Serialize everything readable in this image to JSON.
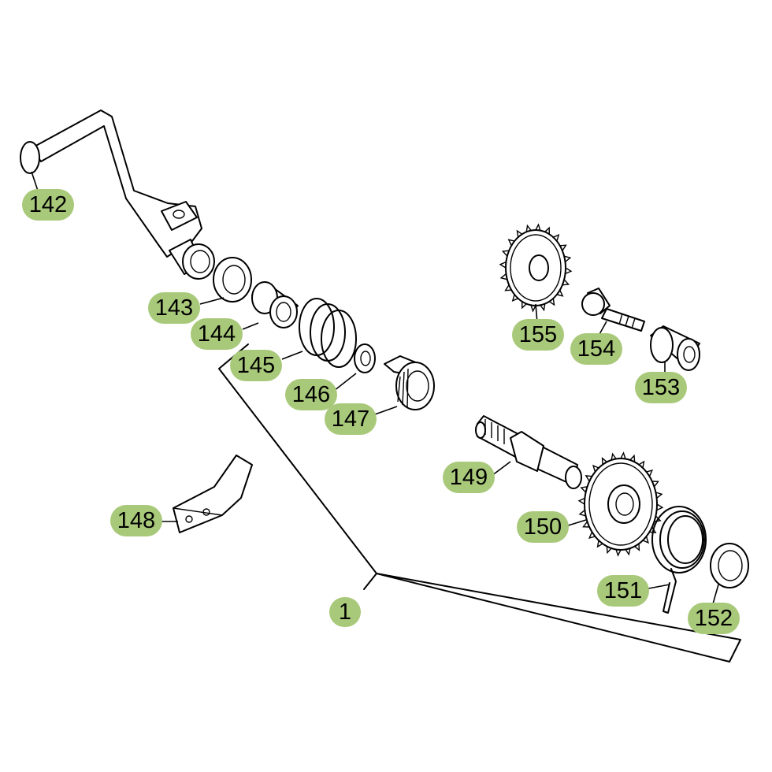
{
  "colors": {
    "badge_fill": "#a9c97a",
    "line": "#000000",
    "background": "#ffffff"
  },
  "callouts": [
    {
      "id": "c1",
      "label": "1"
    },
    {
      "id": "c142",
      "label": "142"
    },
    {
      "id": "c143",
      "label": "143"
    },
    {
      "id": "c144",
      "label": "144"
    },
    {
      "id": "c145",
      "label": "145"
    },
    {
      "id": "c146",
      "label": "146"
    },
    {
      "id": "c147",
      "label": "147"
    },
    {
      "id": "c148",
      "label": "148"
    },
    {
      "id": "c149",
      "label": "149"
    },
    {
      "id": "c150",
      "label": "150"
    },
    {
      "id": "c151",
      "label": "151"
    },
    {
      "id": "c152",
      "label": "152"
    },
    {
      "id": "c153",
      "label": "153"
    },
    {
      "id": "c154",
      "label": "154"
    },
    {
      "id": "c155",
      "label": "155"
    }
  ]
}
